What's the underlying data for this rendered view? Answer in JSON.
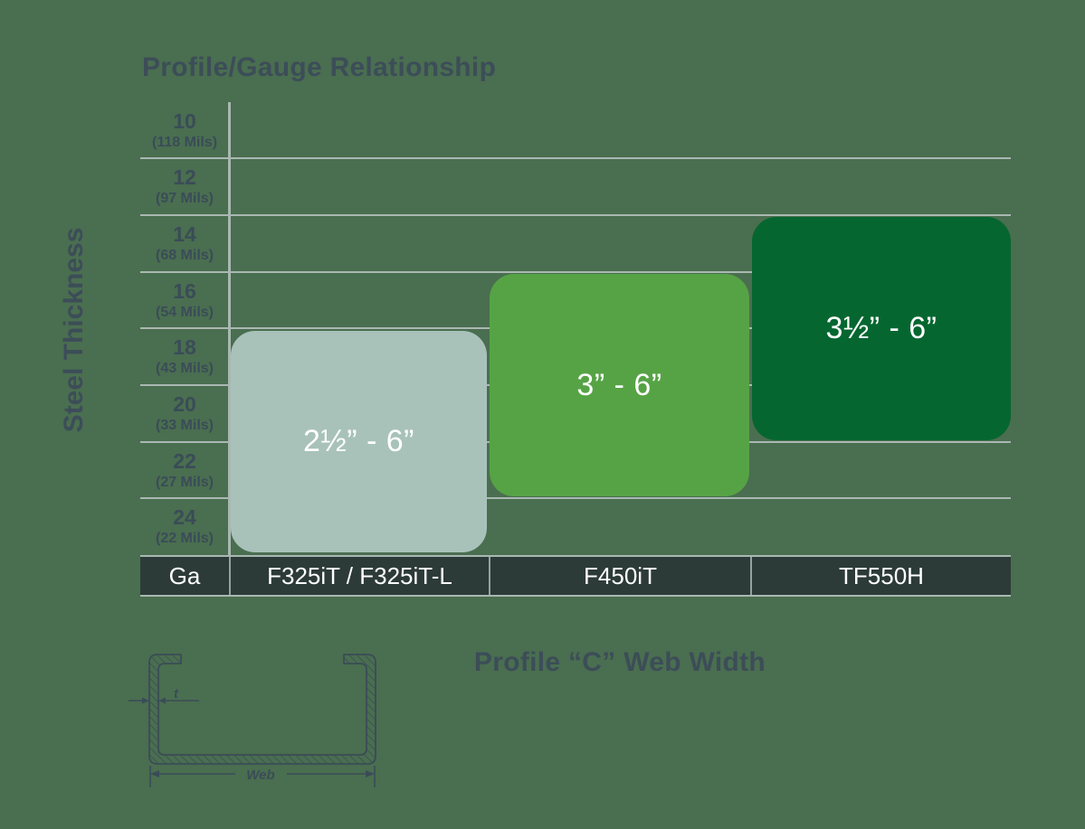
{
  "colors": {
    "background": "#4A6E50",
    "text_slate": "#3C4D58",
    "grid_line": "#A9B8B2",
    "header_bg": "#2D3B38",
    "header_divider": "#93A39E",
    "header_text": "#FFFFFF",
    "box_label_text": "#FFFFFF"
  },
  "chart_title": "Profile/Gauge Relationship",
  "y_axis_label": "Steel Thickness",
  "x_axis_label": "Profile “C” Web Width",
  "ga_header": "Ga",
  "gauges": [
    {
      "ga": "10",
      "mils": "(118 Mils)"
    },
    {
      "ga": "12",
      "mils": "(97 Mils)"
    },
    {
      "ga": "14",
      "mils": "(68 Mils)"
    },
    {
      "ga": "16",
      "mils": "(54 Mils)"
    },
    {
      "ga": "18",
      "mils": "(43 Mils)"
    },
    {
      "ga": "20",
      "mils": "(33 Mils)"
    },
    {
      "ga": "22",
      "mils": "(27 Mils)"
    },
    {
      "ga": "24",
      "mils": "(22 Mils)"
    }
  ],
  "profiles": [
    {
      "name": "F325iT / F325iT-L",
      "web_range": "2½” - 6”",
      "gauge_min": "18",
      "gauge_max": "24",
      "color": "#A8C2BA"
    },
    {
      "name": "F450iT",
      "web_range": "3” - 6”",
      "gauge_min": "16",
      "gauge_max": "22",
      "color": "#56A345"
    },
    {
      "name": "TF550H",
      "web_range": "3½” - 6”",
      "gauge_min": "14",
      "gauge_max": "20",
      "color": "#066630"
    }
  ],
  "diagram": {
    "t_label": "t",
    "web_label": "Web"
  },
  "chart_data": {
    "type": "bar",
    "title": "Profile/Gauge Relationship",
    "xlabel": "Profile “C” Web Width",
    "ylabel": "Steel Thickness",
    "categories": [
      "F325iT / F325iT-L",
      "F450iT",
      "TF550H"
    ],
    "y_ticks": [
      "10 (118 Mils)",
      "12 (97 Mils)",
      "14 (68 Mils)",
      "16 (54 Mils)",
      "18 (43 Mils)",
      "20 (33 Mils)",
      "22 (27 Mils)",
      "24 (22 Mils)"
    ],
    "series": [
      {
        "name": "F325iT / F325iT-L",
        "gauge_range": [
          "18",
          "24"
        ],
        "web_width_range": "2½” - 6”",
        "color": "#A8C2BA"
      },
      {
        "name": "F450iT",
        "gauge_range": [
          "16",
          "22"
        ],
        "web_width_range": "3” - 6”",
        "color": "#56A345"
      },
      {
        "name": "TF550H",
        "gauge_range": [
          "14",
          "20"
        ],
        "web_width_range": "3½” - 6”",
        "color": "#066630"
      }
    ],
    "legend": false,
    "grid": true
  }
}
